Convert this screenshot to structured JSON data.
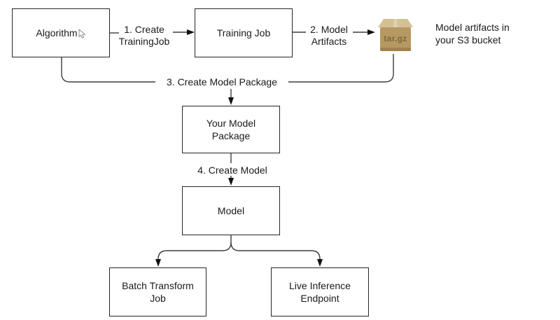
{
  "diagram": {
    "nodes": {
      "algorithm": {
        "label": "Algorithm"
      },
      "training_job": {
        "label": "Training Job"
      },
      "model_artifacts": {
        "icon_label": "tar.gz",
        "caption": "Model artifacts in\nyour S3 bucket"
      },
      "your_model_package": {
        "label": "Your Model\nPackage"
      },
      "model": {
        "label": "Model"
      },
      "batch_transform_job": {
        "label": "Batch Transform\nJob"
      },
      "live_inference_endpoint": {
        "label": "Live Inference\nEndpoint"
      }
    },
    "edges": {
      "create_training_job": {
        "label": "1. Create\nTrainingJob"
      },
      "model_artifacts": {
        "label": "2. Model\nArtifacts"
      },
      "create_model_package": {
        "label": "3. Create Model Package"
      },
      "create_model": {
        "label": "4. Create Model"
      }
    },
    "colors": {
      "background": "#ffffff",
      "box_border": "#262626",
      "line": "#3d3d3d",
      "arrowhead": "#111111",
      "text": "#1a1a1a",
      "tarball_lid": "#d3c194",
      "tarball_tape": "#ddd2ae",
      "tarball_body": "#b69862",
      "tarball_base": "#a1824c",
      "tarball_text": "#7c6a3f"
    }
  }
}
